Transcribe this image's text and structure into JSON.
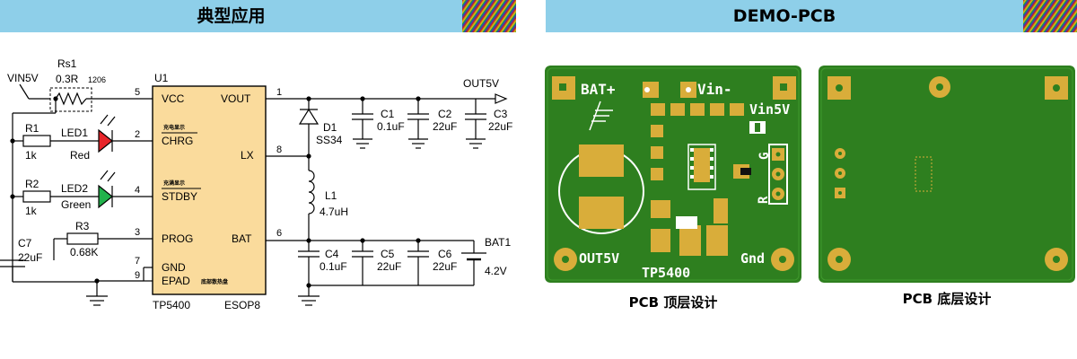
{
  "headers": {
    "left_title": "典型应用",
    "right_title": "DEMO-PCB"
  },
  "schematic": {
    "vin": "VIN5V",
    "rs1_name": "Rs1",
    "rs1_value": "0.3R",
    "rs1_pkg": "1206",
    "u1": "U1",
    "pin_vcc": "VCC",
    "pin_vout": "VOUT",
    "pin_chrg": "CHRG",
    "pin_lx": "LX",
    "pin_stdby": "STDBY",
    "pin_prog": "PROG",
    "pin_bat": "BAT",
    "pin_gnd": "GND",
    "pin_epad": "EPAD",
    "note_chrg": "充电显示",
    "note_stdby": "充满显示",
    "note_epad": "底部散热盘",
    "chip_name": "TP5400",
    "chip_pkg": "ESOP8",
    "pn5": "5",
    "pn1": "1",
    "pn2": "2",
    "pn8": "8",
    "pn4": "4",
    "pn3": "3",
    "pn6": "6",
    "pn7": "7",
    "pn9": "9",
    "r1_name": "R1",
    "r1_value": "1k",
    "led1_name": "LED1",
    "led1_color": "Red",
    "r2_name": "R2",
    "r2_value": "1k",
    "led2_name": "LED2",
    "led2_color": "Green",
    "r3_name": "R3",
    "r3_value": "0.68K",
    "c7_name": "C7",
    "c7_value": "22uF",
    "out_label": "OUT5V",
    "d1_name": "D1",
    "d1_value": "SS34",
    "c1_name": "C1",
    "c1_value": "0.1uF",
    "c2_name": "C2",
    "c2_value": "22uF",
    "c3_name": "C3",
    "c3_value": "22uF",
    "l1_name": "L1",
    "l1_value": "4.7uH",
    "c4_name": "C4",
    "c4_value": "0.1uF",
    "c5_name": "C5",
    "c5_value": "22uF",
    "c6_name": "C6",
    "c6_value": "22uF",
    "bat_name": "BAT1",
    "bat_value": "4.2V"
  },
  "pcb_top": {
    "bat_plus": "BAT+",
    "vin_minus": "Vin-",
    "vin5v": "Vin5V",
    "g": "G",
    "r": "R",
    "out5v": "OUT5V",
    "gnd": "Gnd",
    "part": "TP5400"
  },
  "captions": {
    "top": "PCB  顶层设计",
    "bottom": "PCB  底层设计"
  },
  "colors": {
    "header_bg": "#8ecfe9",
    "pcb_green": "#2e7f1f",
    "pad_gold": "#d9ad3a",
    "led_red": "#e8262b",
    "led_green": "#22b24c"
  }
}
